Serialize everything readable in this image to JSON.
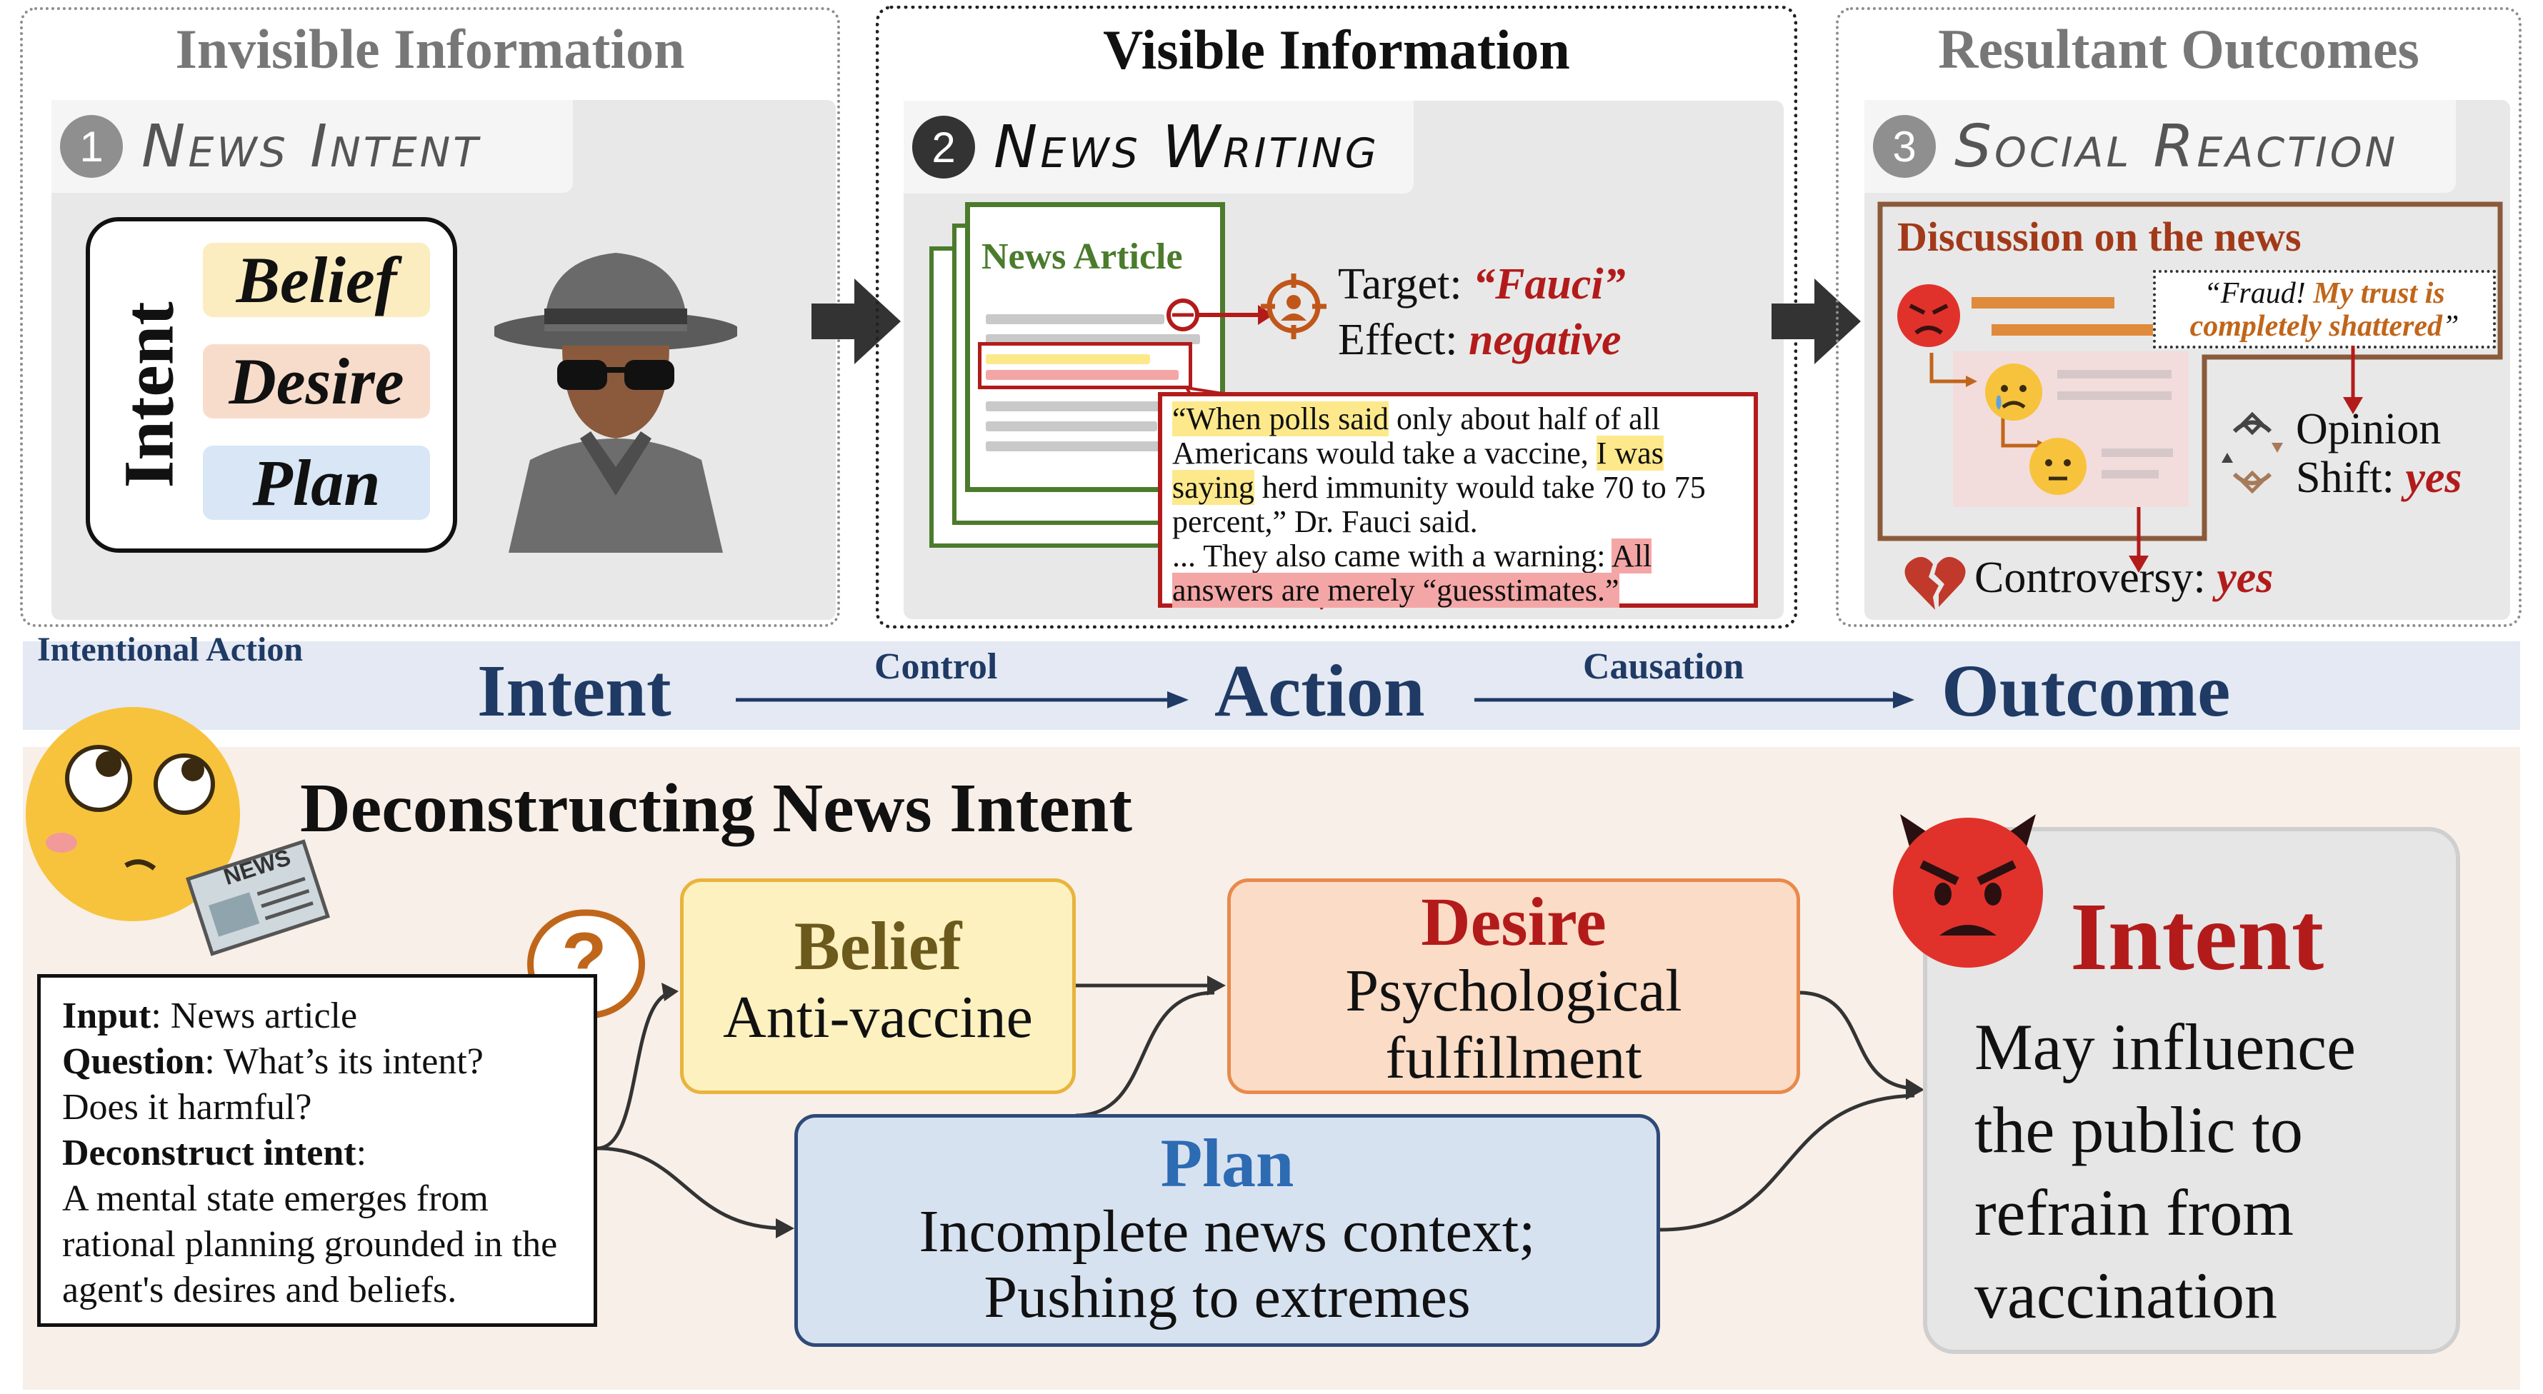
{
  "panels": {
    "invisible": {
      "title": "Invisible Information",
      "tab_num": "1",
      "tab_label": "News Intent"
    },
    "visible": {
      "title": "Visible Information",
      "tab_num": "2",
      "tab_label": "News Writing"
    },
    "outcomes": {
      "title": "Resultant Outcomes",
      "tab_num": "3",
      "tab_label": "Social Reaction"
    }
  },
  "intent_card": {
    "label": "Intent",
    "belief": "Belief",
    "desire": "Desire",
    "plan": "Plan"
  },
  "article": {
    "title": "News Article",
    "target_label": "Target:",
    "target_value": "“Fauci”",
    "effect_label": "Effect:",
    "effect_value": "negative",
    "quote_1": "“When polls said",
    "quote_2": " only about half of all Americans would take a vaccine, ",
    "quote_3": "I was saying",
    "quote_4": " herd immunity would take 70 to 75 percent,” Dr. Fauci said.",
    "quote_5": "... They also came with a warning: ",
    "quote_6": "All answers are merely “guesstimates.”"
  },
  "social": {
    "discussion_title": "Discussion on the news",
    "comment_1": "“Fraud! ",
    "comment_2": "My trust is completely shattered",
    "comment_3": "”",
    "opinion_label": "Opinion",
    "shift_label": "Shift:",
    "shift_value": "yes",
    "controversy_label": "Controversy:",
    "controversy_value": "yes"
  },
  "flow": {
    "section_label": "Intentional Action",
    "intent": "Intent",
    "control": "Control",
    "action": "Action",
    "causation": "Causation",
    "outcome": "Outcome"
  },
  "deconstruct": {
    "title": "Deconstructing News Intent",
    "news_badge": "NEWS",
    "question_mark": "?",
    "input_label": "Input",
    "input_value": ": News article",
    "question_label": "Question",
    "question_value": ": What’s its intent?",
    "question_line2": "Does it harmful?",
    "deconstruct_label": "Deconstruct intent",
    "deconstruct_colon": ":",
    "deconstruct_text": "A mental state emerges from rational planning grounded in the agent's desires and beliefs.",
    "belief_title": "Belief",
    "belief_text": "Anti-vaccine",
    "desire_title": "Desire",
    "desire_text": "Psychological fulfillment",
    "plan_title": "Plan",
    "plan_text_1": "Incomplete news context;",
    "plan_text_2": "Pushing to extremes",
    "intent_title": "Intent",
    "intent_text": "May influence the public to refrain from vaccination"
  },
  "colors": {
    "navy": "#1f3a64",
    "dark_red": "#b31b1b",
    "belief_fill": "#fdf1bf",
    "desire_fill": "#fbdcc6",
    "plan_fill": "#d7e2f1"
  }
}
